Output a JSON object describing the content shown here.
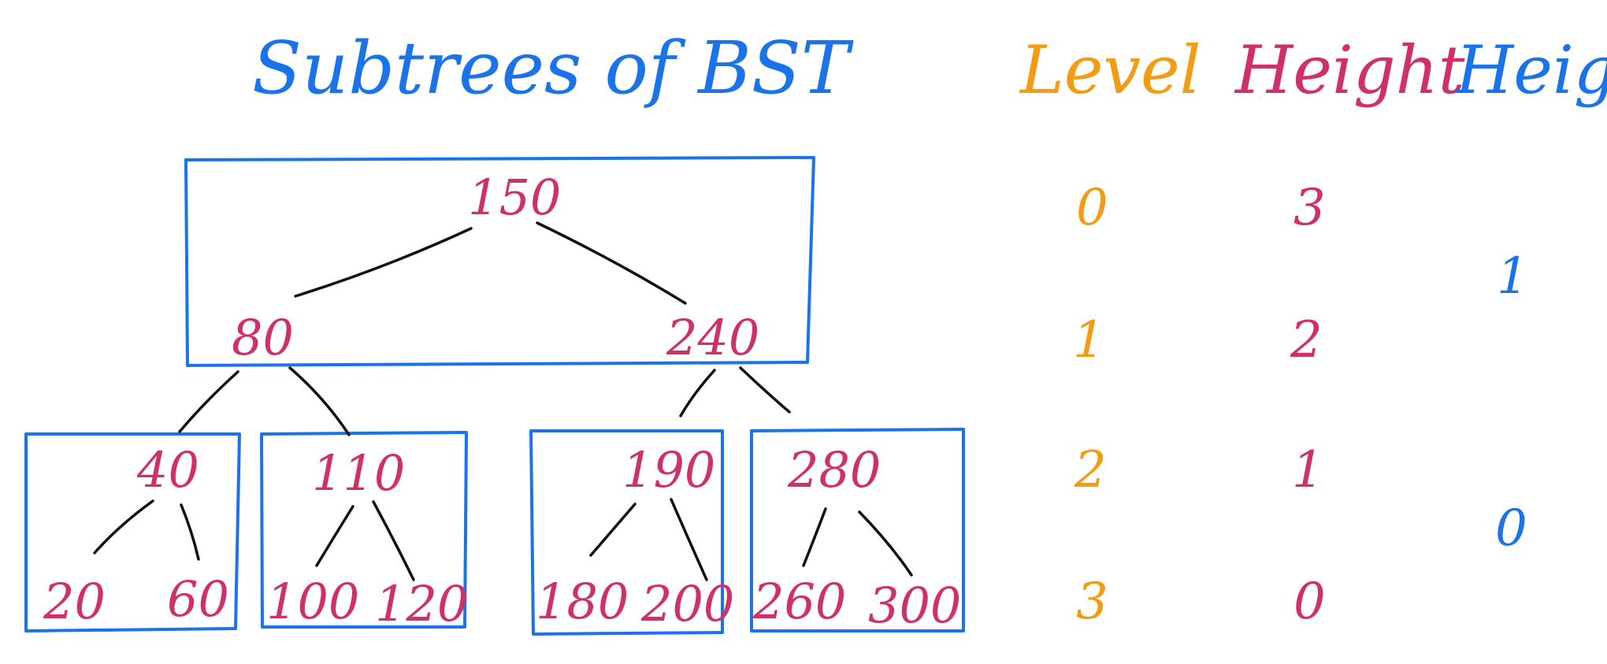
{
  "title": "Subtrees of BST",
  "colors": {
    "blue": "#1a73e8",
    "pink": "#cf2f6b",
    "orange": "#f29b13",
    "black": "#111111"
  },
  "tree": {
    "nodes": {
      "n150": "150",
      "n80": "80",
      "n240": "240",
      "n40": "40",
      "n110": "110",
      "n190": "190",
      "n280": "280",
      "n20": "20",
      "n60": "60",
      "n100": "100",
      "n120": "120",
      "n180": "180",
      "n200": "200",
      "n260": "260",
      "n300": "300"
    }
  },
  "table": {
    "level_header": "Level",
    "height_header": "Height",
    "levels": [
      "0",
      "1",
      "2",
      "3"
    ],
    "heights": [
      "3",
      "2",
      "1",
      "0"
    ]
  },
  "subtree_heights": {
    "header": "Height",
    "values": [
      "1",
      "0"
    ]
  }
}
